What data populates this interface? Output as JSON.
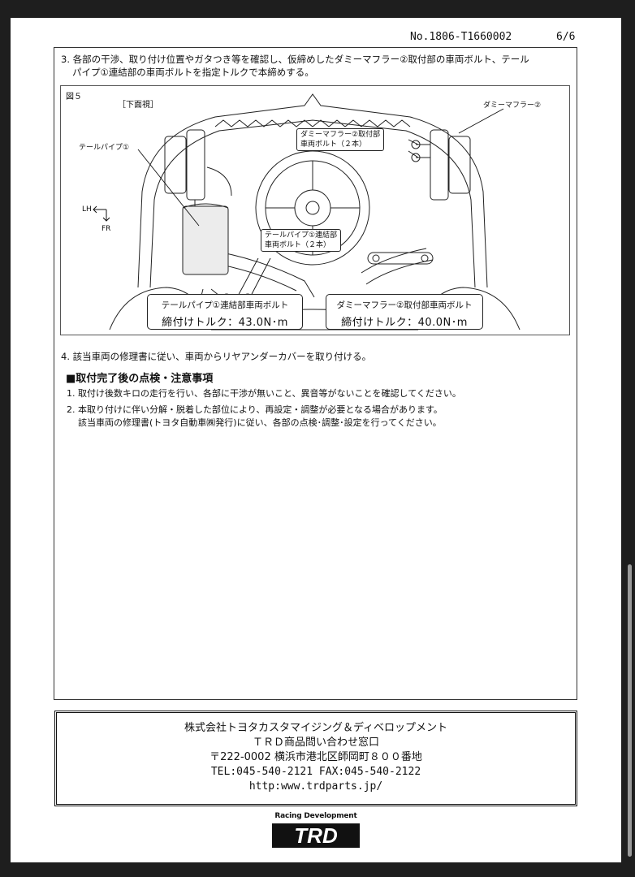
{
  "header": {
    "doc_number": "No.1806-T1660002",
    "page": "6/6"
  },
  "step3": {
    "line1": "3. 各部の干渉、取り付け位置やガタつき等を確認し、仮締めしたダミーマフラー②取付部の車両ボルト、テール",
    "line2": "パイプ①連結部の車両ボルトを指定トルクで本締めする。"
  },
  "figure": {
    "fig_label": "図５",
    "view_label": "［下面視］",
    "dummy_muffler_label": "ダミーマフラー②",
    "tail_pipe_label": "テールパイプ①",
    "dummy_bolt_callout_line1": "ダミーマフラー②取付部",
    "dummy_bolt_callout_line2": "車両ボルト（２本）",
    "tail_bolt_callout_line1": "テールパイプ①連結部",
    "tail_bolt_callout_line2": "車両ボルト（２本）",
    "dir_lh": "LH",
    "dir_fr": "FR",
    "torque_left_title": "テールパイプ①連結部車両ボルト",
    "torque_left_value": "締付けトルク：43.0N･m",
    "torque_right_title": "ダミーマフラー②取付部車両ボルト",
    "torque_right_value": "締付けトルク：40.0N･m"
  },
  "step4": "4. 該当車両の修理書に従い、車両からリヤアンダーカバーを取り付ける。",
  "section": {
    "heading": "■取付完了後の点検・注意事項",
    "note1": "1. 取付け後数キロの走行を行い、各部に干渉が無いこと、異音等がないことを確認してください。",
    "note2_line1": "2. 本取り付けに伴い分解・脱着した部位により、再設定・調整が必要となる場合があります。",
    "note2_line2": "該当車両の修理書(トヨタ自動車㈱発行)に従い、各部の点検･調整･設定を行ってください。"
  },
  "contact": {
    "company": "株式会社トヨタカスタマイジング＆ディベロップメント",
    "desk": "ＴＲＤ商品問い合わせ窓口",
    "address": "〒222-0002 横浜市港北区師岡町８００番地",
    "phone": "TEL:045-540-2121 FAX:045-540-2122",
    "url": "http:www.trdparts.jp/"
  },
  "logo": {
    "tagline": "Racing Development",
    "wordmark": "TRD"
  }
}
